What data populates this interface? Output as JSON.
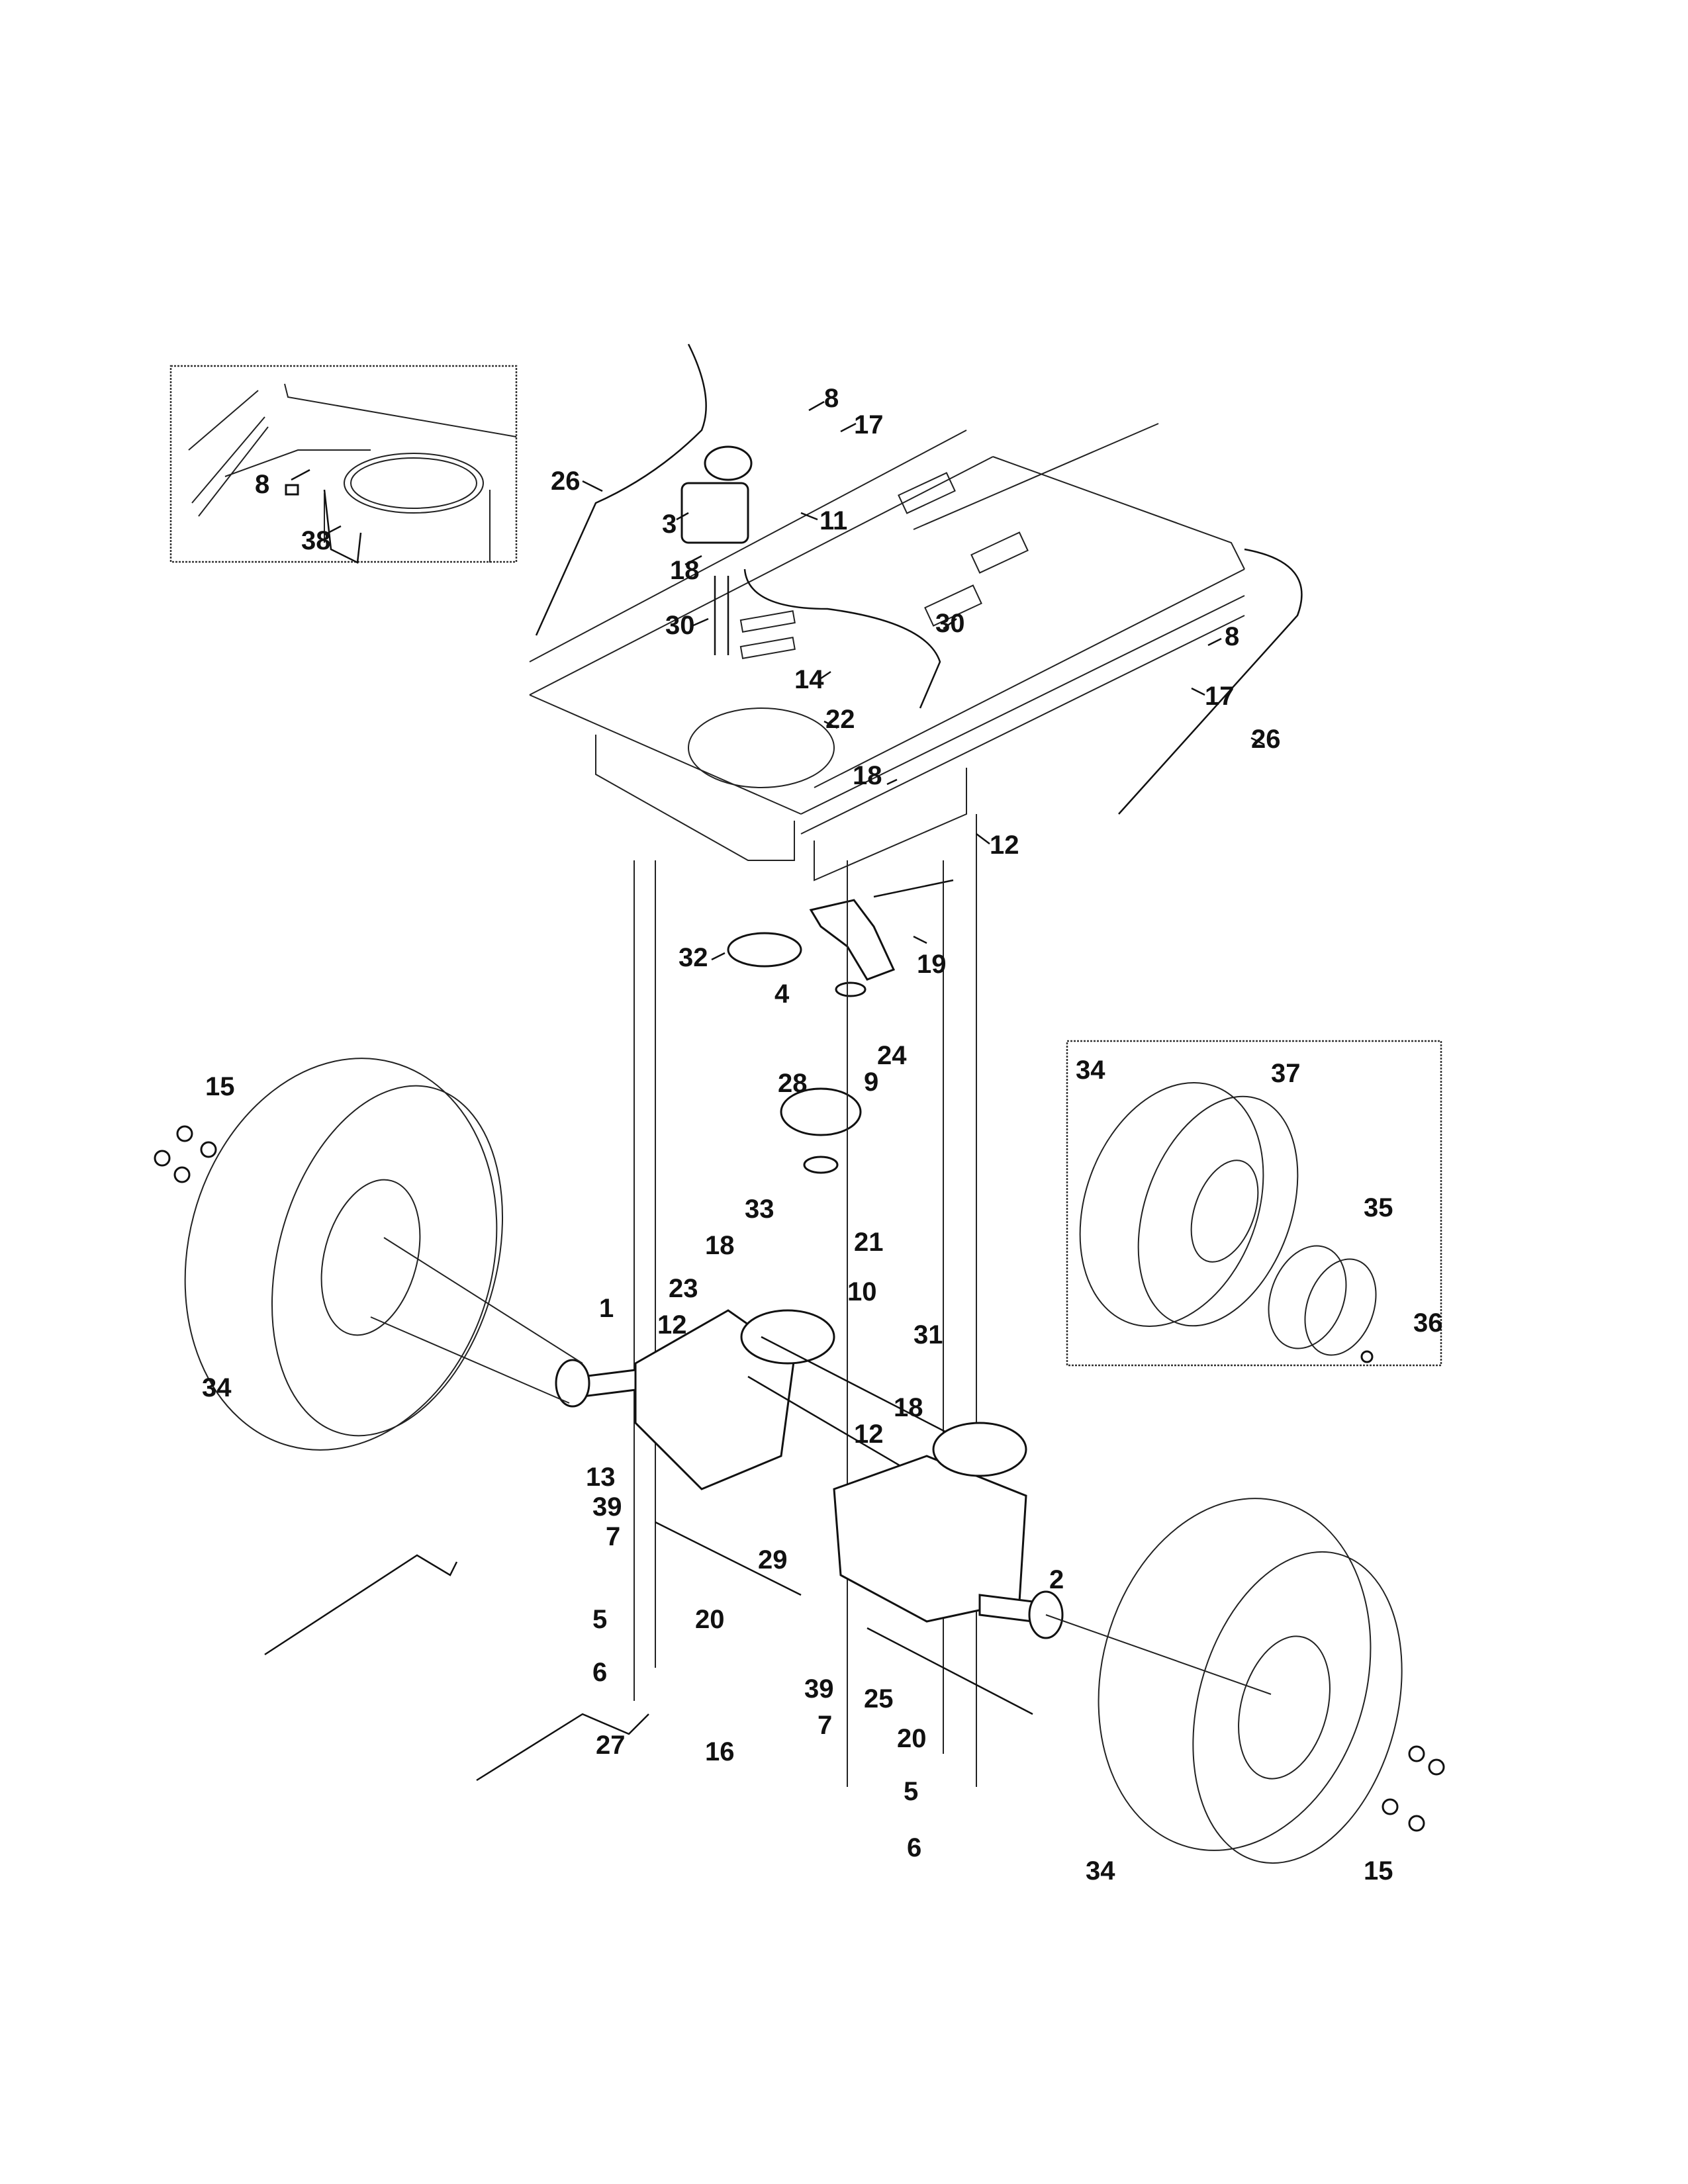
{
  "diagram": {
    "type": "exploded-parts-diagram",
    "insets": {
      "top_left": {
        "labels": [
          "8",
          "38"
        ]
      },
      "right": {
        "title": "34",
        "labels": [
          "37",
          "35",
          "36"
        ]
      }
    },
    "callouts": [
      {
        "id": "c26a",
        "text": "26"
      },
      {
        "id": "c8a",
        "text": "8"
      },
      {
        "id": "c17a",
        "text": "17"
      },
      {
        "id": "c3",
        "text": "3"
      },
      {
        "id": "c11",
        "text": "11"
      },
      {
        "id": "c18a",
        "text": "18"
      },
      {
        "id": "c30a",
        "text": "30"
      },
      {
        "id": "c30b",
        "text": "30"
      },
      {
        "id": "c14",
        "text": "14"
      },
      {
        "id": "c22",
        "text": "22"
      },
      {
        "id": "c18b",
        "text": "18"
      },
      {
        "id": "c8b",
        "text": "8"
      },
      {
        "id": "c17b",
        "text": "17"
      },
      {
        "id": "c26b",
        "text": "26"
      },
      {
        "id": "c12a",
        "text": "12"
      },
      {
        "id": "c32",
        "text": "32"
      },
      {
        "id": "c19",
        "text": "19"
      },
      {
        "id": "c4",
        "text": "4"
      },
      {
        "id": "c24",
        "text": "24"
      },
      {
        "id": "c28",
        "text": "28"
      },
      {
        "id": "c9",
        "text": "9"
      },
      {
        "id": "c33",
        "text": "33"
      },
      {
        "id": "c21",
        "text": "21"
      },
      {
        "id": "c10",
        "text": "10"
      },
      {
        "id": "c18c",
        "text": "18"
      },
      {
        "id": "c23",
        "text": "23"
      },
      {
        "id": "c31",
        "text": "31"
      },
      {
        "id": "c15a",
        "text": "15"
      },
      {
        "id": "c1",
        "text": "1"
      },
      {
        "id": "c12b",
        "text": "12"
      },
      {
        "id": "c34a",
        "text": "34"
      },
      {
        "id": "c18d",
        "text": "18"
      },
      {
        "id": "c12c",
        "text": "12"
      },
      {
        "id": "c13",
        "text": "13"
      },
      {
        "id": "c39a",
        "text": "39"
      },
      {
        "id": "c7a",
        "text": "7"
      },
      {
        "id": "c29",
        "text": "29"
      },
      {
        "id": "c2",
        "text": "2"
      },
      {
        "id": "c5a",
        "text": "5"
      },
      {
        "id": "c20a",
        "text": "20"
      },
      {
        "id": "c6a",
        "text": "6"
      },
      {
        "id": "c39b",
        "text": "39"
      },
      {
        "id": "c25",
        "text": "25"
      },
      {
        "id": "c7b",
        "text": "7"
      },
      {
        "id": "c27",
        "text": "27"
      },
      {
        "id": "c16",
        "text": "16"
      },
      {
        "id": "c20b",
        "text": "20"
      },
      {
        "id": "c5b",
        "text": "5"
      },
      {
        "id": "c6b",
        "text": "6"
      },
      {
        "id": "c34b",
        "text": "34"
      },
      {
        "id": "c15b",
        "text": "15"
      }
    ]
  }
}
